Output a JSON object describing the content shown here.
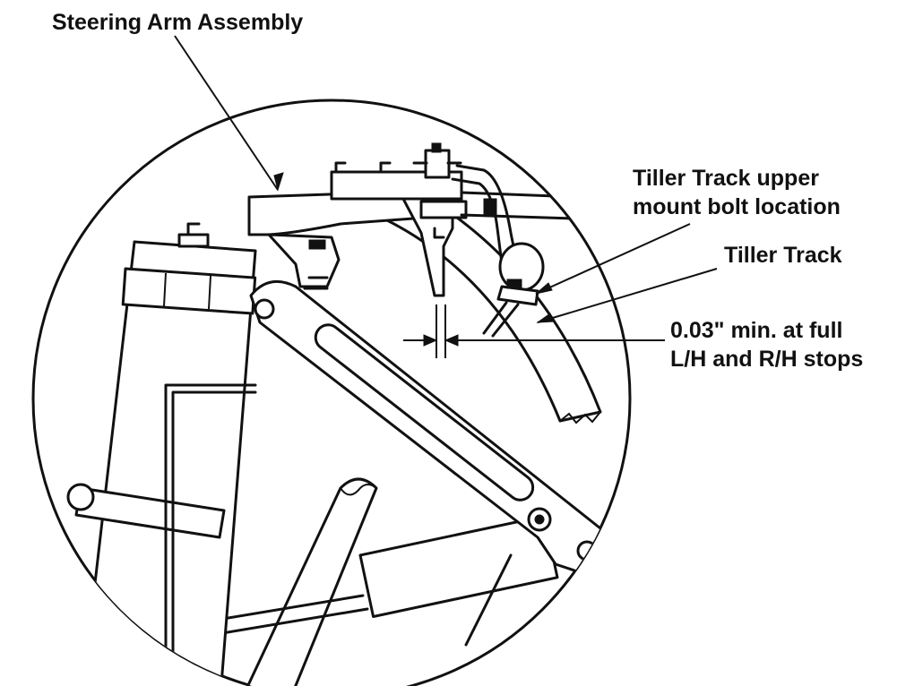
{
  "labels": {
    "steering_arm_assembly": "Steering Arm Assembly",
    "tiller_track_upper_line1": "Tiller Track upper",
    "tiller_track_upper_line2": "mount bolt location",
    "tiller_track": "Tiller Track",
    "clearance_line1": "0.03\" min. at full",
    "clearance_line2": "L/H and R/H stops"
  },
  "colors": {
    "line": "#111111",
    "background": "#ffffff"
  }
}
